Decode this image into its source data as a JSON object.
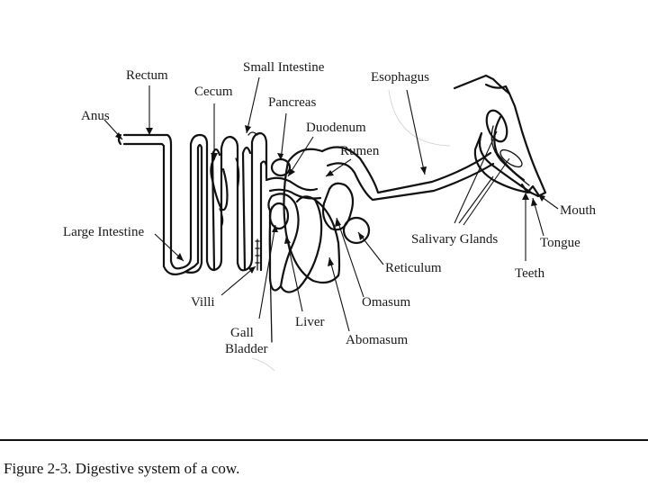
{
  "labels": {
    "rectum": "Rectum",
    "small_intestine": "Small Intestine",
    "esophagus": "Esophagus",
    "cecum": "Cecum",
    "pancreas": "Pancreas",
    "anus": "Anus",
    "duodenum": "Duodenum",
    "rumen": "Rumen",
    "large_intestine": "Large Intestine",
    "salivary_glands": "Salivary Glands",
    "mouth": "Mouth",
    "tongue": "Tongue",
    "reticulum": "Reticulum",
    "teeth": "Teeth",
    "villi": "Villi",
    "omasum": "Omasum",
    "gall": "Gall",
    "bladder": "Bladder",
    "liver": "Liver",
    "abomasum": "Abomasum"
  },
  "caption": "Figure 2-3.  Digestive system of a cow.",
  "colors": {
    "ink": "#111111",
    "background": "#ffffff"
  }
}
